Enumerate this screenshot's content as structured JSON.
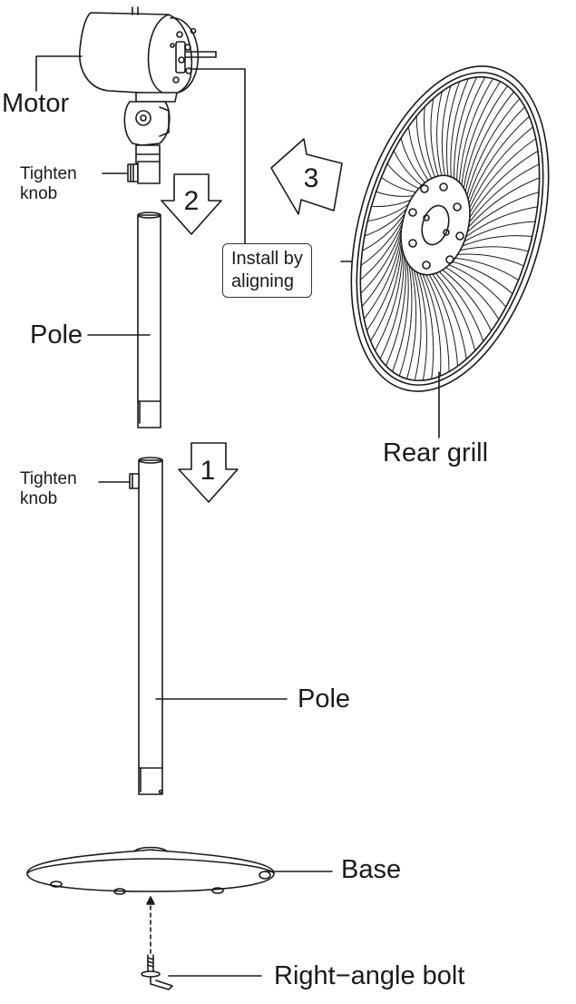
{
  "labels": {
    "motor": "Motor",
    "tighten_knob_top": [
      "Tighten",
      "knob"
    ],
    "tighten_knob_mid": [
      "Tighten",
      "knob"
    ],
    "pole_upper": "Pole",
    "pole_lower": "Pole",
    "install_by_aligning": [
      "Install by",
      "aligning"
    ],
    "rear_grill": "Rear grill",
    "base": "Base",
    "right_angle_bolt": "Right−angle bolt"
  },
  "steps": [
    "1",
    "2",
    "3"
  ],
  "colors": {
    "stroke": "#1a1a1a",
    "fill": "#ffffff"
  }
}
